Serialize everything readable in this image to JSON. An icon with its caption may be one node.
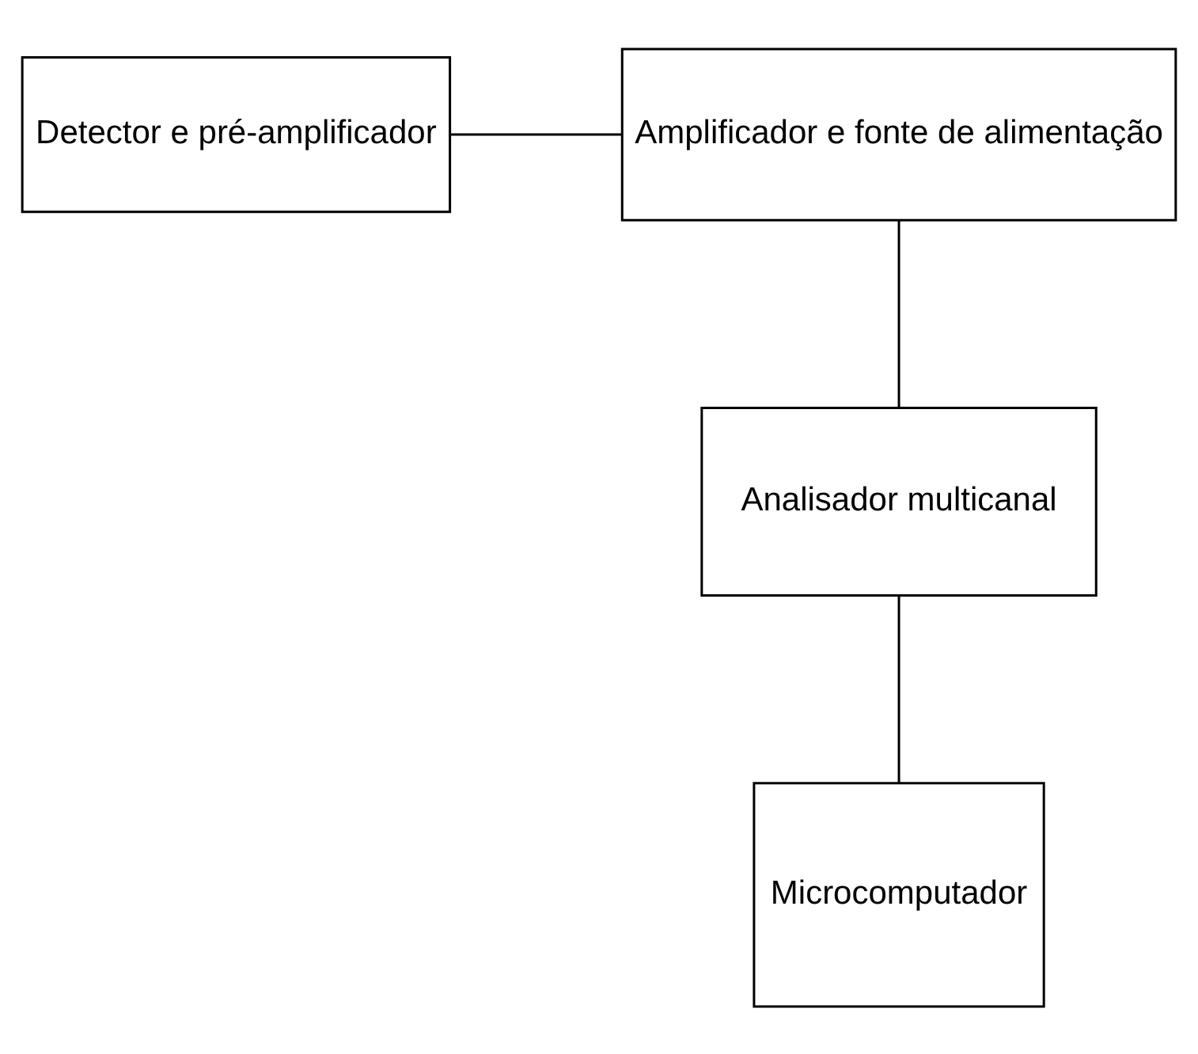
{
  "diagram": {
    "nodes": [
      {
        "text": [
          "Detector e pré-amplificador"
        ]
      },
      {
        "text": [
          "Amplificador e fonte de alimentação"
        ]
      },
      {
        "text": [
          "Analisador multicanal"
        ]
      },
      {
        "text": [
          "Microcomputador"
        ]
      }
    ],
    "edges": [
      {
        "from": 0,
        "to": 1,
        "arrow": "none"
      },
      {
        "from": 1,
        "to": 2,
        "arrow": "none"
      },
      {
        "from": 2,
        "to": 3,
        "arrow": "none"
      }
    ]
  }
}
